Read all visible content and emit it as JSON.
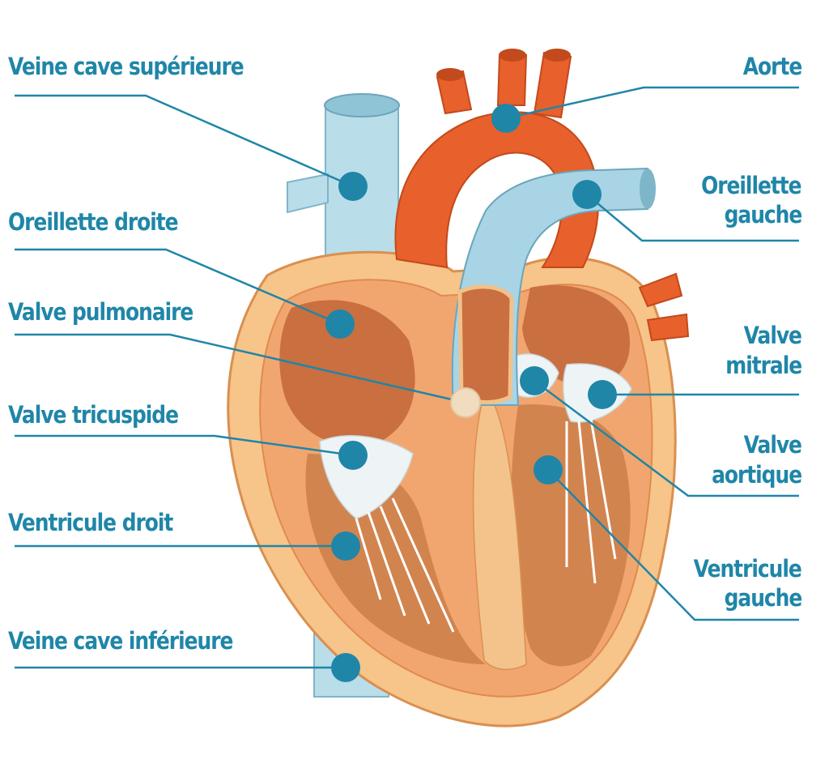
{
  "colors": {
    "label": "#1f86a8",
    "leader": "#1f86a8",
    "marker": "#1f86a8",
    "valve_marker": "#f1dcbf",
    "artery": "#e8602b",
    "vein": "#a8d4e6",
    "muscle": "#f3c98f",
    "chamber": "#cf7a4a"
  },
  "labels": {
    "superior_vena_cava": "Veine cave supérieure",
    "right_atrium": "Oreillette droite",
    "pulmonary_valve": "Valve pulmonaire",
    "tricuspid_valve": "Valve tricuspide",
    "right_ventricle": "Ventricule droit",
    "inferior_vena_cava": "Veine cave inférieure",
    "aorta": "Aorte",
    "left_atrium_1": "Oreillette",
    "left_atrium_2": "gauche",
    "mitral_valve_1": "Valve",
    "mitral_valve_2": "mitrale",
    "aortic_valve_1": "Valve",
    "aortic_valve_2": "aortique",
    "left_ventricle_1": "Ventricule",
    "left_ventricle_2": "gauche"
  }
}
